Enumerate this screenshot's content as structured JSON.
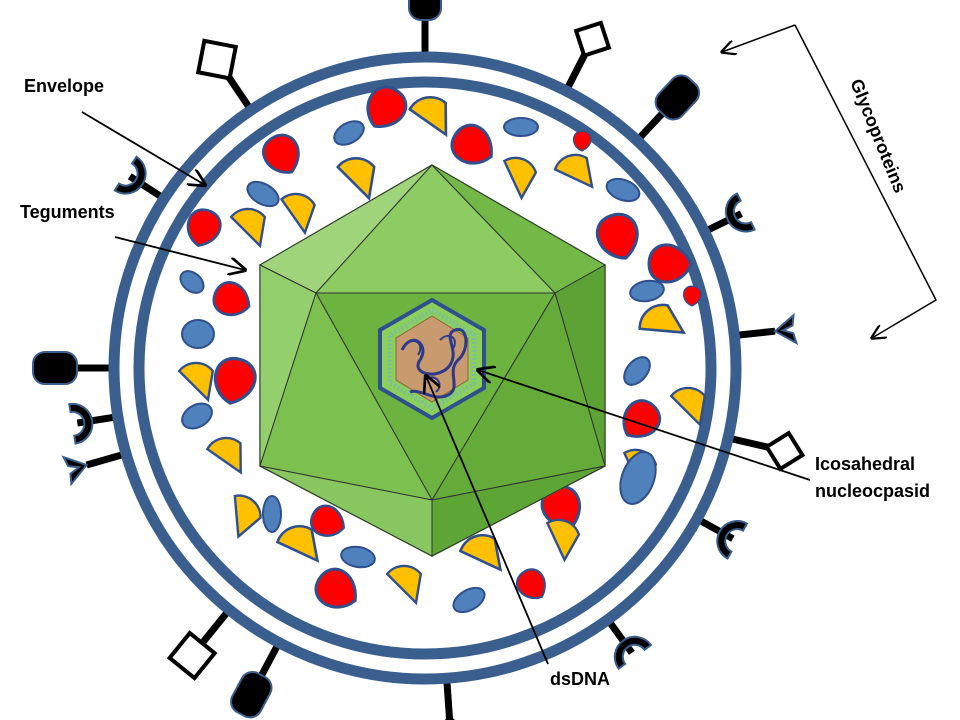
{
  "labels": {
    "envelope": "Envelope",
    "teguments": "Teguments",
    "glycoproteins": "Glycoproteins",
    "nucleocapsid_line1": "Icosahedral",
    "nucleocapsid_line2": "nucleocpasid",
    "dsdna": "dsDNA"
  },
  "colors": {
    "envelope_ring": "#3a5f8f",
    "capsid_green": "#6db33f",
    "tegument_red": "#ff0000",
    "tegument_yellow": "#ffc000",
    "tegument_blue": "#4f81bd",
    "spike": "#000000"
  }
}
